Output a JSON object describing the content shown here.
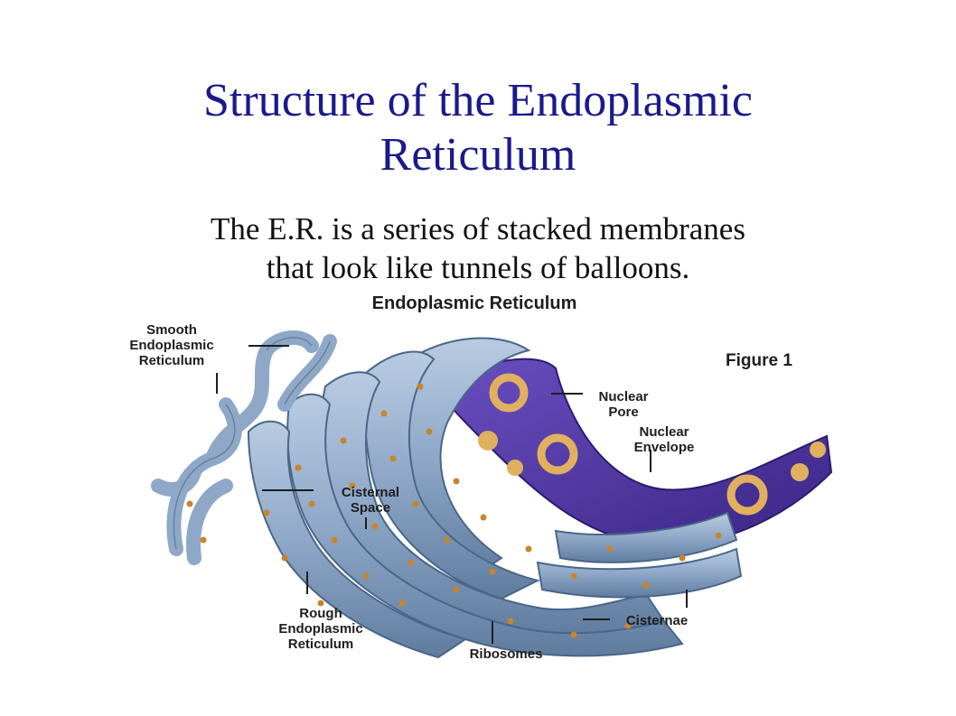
{
  "slide": {
    "title_line1": "Structure of the Endoplasmic",
    "title_line2": "Reticulum",
    "body_line1": "The E.R. is a series of stacked membranes",
    "body_line2": "that look like tunnels of balloons."
  },
  "figure": {
    "heading": "Endoplasmic Reticulum",
    "figure_label": "Figure 1",
    "labels": {
      "smooth_er": [
        "Smooth",
        "Endoplasmic",
        "Reticulum"
      ],
      "nuclear_pore": [
        "Nuclear",
        "Pore"
      ],
      "nuclear_envelope": [
        "Nuclear",
        "Envelope"
      ],
      "cisternal_space": [
        "Cisternal",
        "Space"
      ],
      "rough_er": [
        "Rough",
        "Endoplasmic",
        "Reticulum"
      ],
      "cisternae": "Cisternae",
      "ribosomes": "Ribosomes"
    },
    "colors": {
      "membrane": "#8fa8c8",
      "membrane_dark": "#5f7c9f",
      "nucleus": "#5a3ea8",
      "nucleus_dark": "#3b2585",
      "ribosome": "#c8842c",
      "pore": "#e0b060",
      "title": "#1a1a8c"
    }
  }
}
